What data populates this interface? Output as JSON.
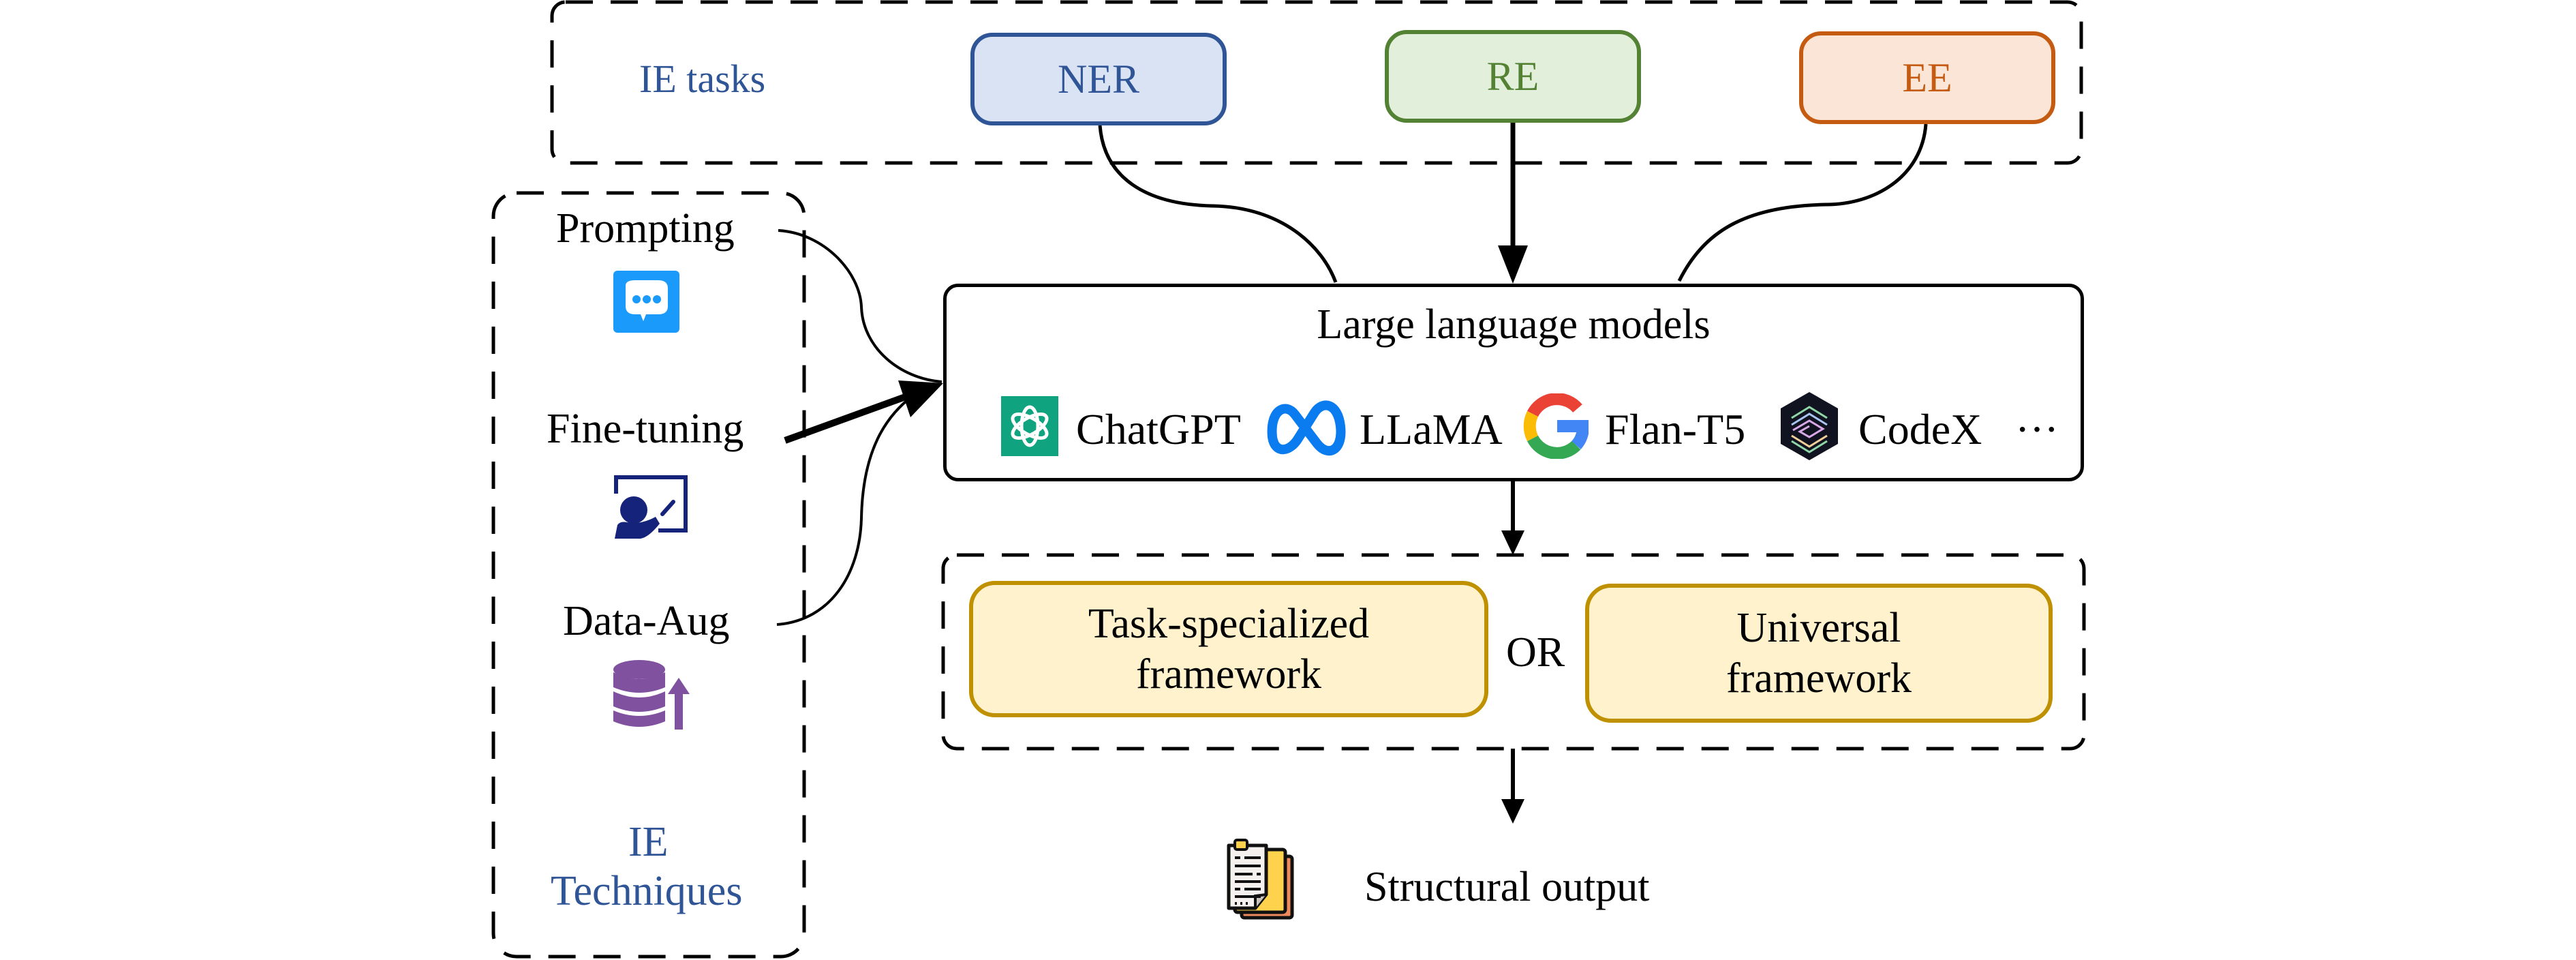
{
  "ie_tasks": {
    "group_label": "IE tasks",
    "tasks": [
      {
        "label": "NER",
        "color": "#2f5597",
        "fill": "#dae3f3"
      },
      {
        "label": "RE",
        "color": "#548235",
        "fill": "#e2efda"
      },
      {
        "label": "EE",
        "color": "#c55a11",
        "fill": "#fbe5d6"
      }
    ]
  },
  "ie_techniques": {
    "group_label_line1": "IE",
    "group_label_line2": "Techniques",
    "items": [
      {
        "label": "Prompting",
        "icon": "chat-bubble-icon",
        "icon_color": "#1a9bfc"
      },
      {
        "label": "Fine-tuning",
        "icon": "teacher-board-icon",
        "icon_color": "#15237a"
      },
      {
        "label": "Data-Aug",
        "icon": "database-up-icon",
        "icon_color": "#7f519f"
      }
    ]
  },
  "llm": {
    "title": "Large language models",
    "models": [
      {
        "label": "ChatGPT",
        "icon": "openai-logo-icon"
      },
      {
        "label": "LLaMA",
        "icon": "meta-logo-icon"
      },
      {
        "label": "Flan-T5",
        "icon": "google-logo-icon"
      },
      {
        "label": "CodeX",
        "icon": "codex-logo-icon"
      }
    ],
    "ellipsis": "···"
  },
  "frameworks": {
    "option_a_line1": "Task-specialized",
    "option_a_line2": "framework",
    "connector": "OR",
    "option_b_line1": "Universal",
    "option_b_line2": "framework",
    "fill": "#fff2cc",
    "border": "#bf9000"
  },
  "output": {
    "label": "Structural output",
    "icon": "documents-icon"
  }
}
